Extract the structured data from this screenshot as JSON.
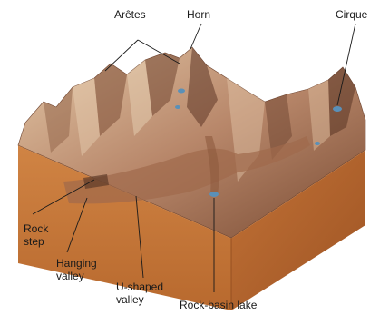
{
  "labels": {
    "aretes": "Arêtes",
    "horn": "Horn",
    "cirque": "Cirque",
    "rock_step_line1": "Rock",
    "rock_step_line2": "step",
    "hanging_valley_line1": "Hanging",
    "hanging_valley_line2": "valley",
    "u_shaped_line1": "U-shaped",
    "u_shaped_line2": "valley",
    "rock_basin_lake": "Rock-basin lake"
  },
  "colors": {
    "block_left_face": "#c87a3c",
    "block_right_face": "#b0642c",
    "block_top_edge": "#d89050",
    "mountain_light": "#dcc0a2",
    "mountain_mid": "#a4765a",
    "mountain_shadow": "#5e3a28",
    "lake": "#5a90b8"
  }
}
